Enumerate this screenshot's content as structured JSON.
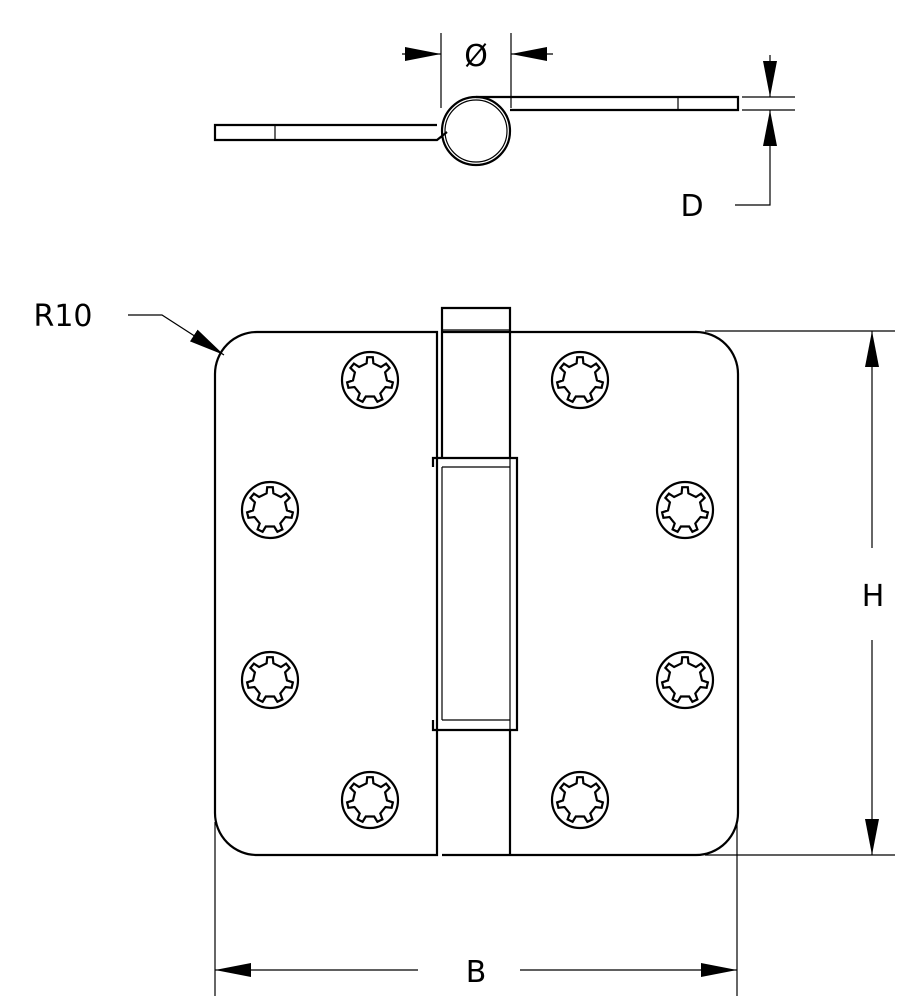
{
  "labels": {
    "diameter": "Ø",
    "thickness": "D",
    "corner_radius": "R10",
    "height": "H",
    "width": "B"
  },
  "colors": {
    "line": "#000000",
    "background": "#ffffff"
  }
}
